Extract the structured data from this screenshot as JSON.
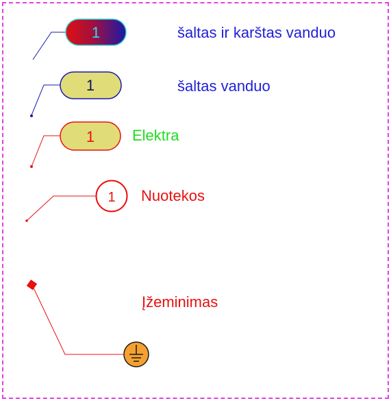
{
  "legend": {
    "hot_cold_water": {
      "number": "1",
      "label": "šaltas ir karštas vanduo"
    },
    "cold_water": {
      "number": "1",
      "label": "šaltas vanduo"
    },
    "electricity": {
      "number": "1",
      "label": "Elektra"
    },
    "sewage": {
      "number": "1",
      "label": "Nuotekos"
    },
    "grounding": {
      "label": "Įžeminimas",
      "icon": "ground-icon"
    }
  },
  "colors": {
    "frame": "#e23fe2",
    "blue_text": "#1f1fd8",
    "red": "#e81010",
    "green": "#1fdc1f",
    "yellow_fill": "#e0dc78",
    "orange_fill": "#f5a030"
  }
}
